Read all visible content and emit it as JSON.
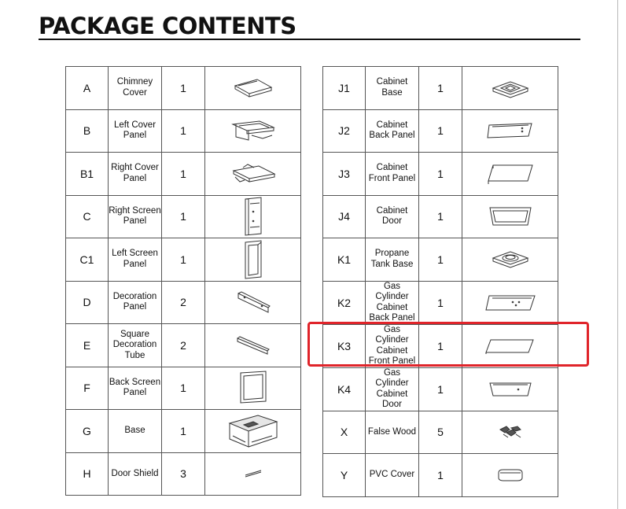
{
  "title": "PACKAGE CONTENTS",
  "left_table": [
    {
      "code": "A",
      "name": [
        "Chimney",
        "Cover"
      ],
      "qty": "1",
      "icon": "chimney-cover-icon"
    },
    {
      "code": "B",
      "name": [
        "Left Cover",
        "Panel"
      ],
      "qty": "1",
      "icon": "left-cover-panel-icon"
    },
    {
      "code": "B1",
      "name": [
        "Right Cover",
        "Panel"
      ],
      "qty": "1",
      "icon": "right-cover-panel-icon"
    },
    {
      "code": "C",
      "name": [
        "Right Screen",
        "Panel"
      ],
      "qty": "1",
      "icon": "right-screen-panel-icon"
    },
    {
      "code": "C1",
      "name": [
        "Left Screen",
        "Panel"
      ],
      "qty": "1",
      "icon": "left-screen-panel-icon"
    },
    {
      "code": "D",
      "name": [
        "Decoration",
        "Panel"
      ],
      "qty": "2",
      "icon": "decoration-panel-icon"
    },
    {
      "code": "E",
      "name": [
        "Square",
        "Decoration",
        "Tube"
      ],
      "qty": "2",
      "icon": "decoration-tube-icon"
    },
    {
      "code": "F",
      "name": [
        "Back Screen",
        "Panel"
      ],
      "qty": "1",
      "icon": "back-screen-panel-icon"
    },
    {
      "code": "G",
      "name": [
        "Base"
      ],
      "qty": "1",
      "icon": "base-icon"
    },
    {
      "code": "H",
      "name": [
        "Door Shield"
      ],
      "qty": "3",
      "icon": "door-shield-icon"
    }
  ],
  "right_table": [
    {
      "code": "J1",
      "name": [
        "Cabinet",
        "Base"
      ],
      "qty": "1",
      "icon": "cabinet-base-icon"
    },
    {
      "code": "J2",
      "name": [
        "Cabinet",
        "Back Panel"
      ],
      "qty": "1",
      "icon": "cabinet-back-panel-icon"
    },
    {
      "code": "J3",
      "name": [
        "Cabinet",
        "Front Panel"
      ],
      "qty": "1",
      "icon": "cabinet-front-panel-icon"
    },
    {
      "code": "J4",
      "name": [
        "Cabinet",
        "Door"
      ],
      "qty": "1",
      "icon": "cabinet-door-icon"
    },
    {
      "code": "K1",
      "name": [
        "Propane",
        "Tank Base"
      ],
      "qty": "1",
      "icon": "propane-tank-base-icon"
    },
    {
      "code": "K2",
      "name": [
        "Gas",
        "Cylinder",
        "Cabinet",
        "Back Panel"
      ],
      "qty": "1",
      "icon": "gas-cylinder-back-panel-icon"
    },
    {
      "code": "K3",
      "name": [
        "Gas",
        "Cylinder",
        "Cabinet",
        "Front Panel"
      ],
      "qty": "1",
      "icon": "gas-cylinder-front-panel-icon"
    },
    {
      "code": "K4",
      "name": [
        "Gas",
        "Cylinder",
        "Cabinet",
        "Door"
      ],
      "qty": "1",
      "icon": "gas-cylinder-door-icon"
    },
    {
      "code": "X",
      "name": [
        "False Wood"
      ],
      "qty": "5",
      "icon": "false-wood-icon"
    },
    {
      "code": "Y",
      "name": [
        "PVC Cover"
      ],
      "qty": "1",
      "icon": "pvc-cover-icon"
    }
  ],
  "highlight": {
    "row_code": "K3",
    "color": "#e0242a"
  }
}
